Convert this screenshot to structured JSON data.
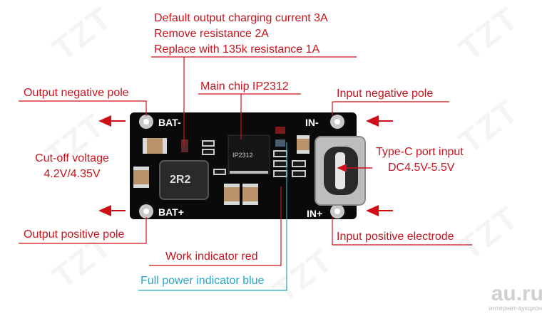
{
  "watermark": "TZT",
  "labels": {
    "charging_line1": "Default output charging current 3A",
    "charging_line2": "Remove resistance 2A",
    "charging_line3": "Replace with 135k resistance 1A",
    "main_chip": "Main chip IP2312",
    "output_negative": "Output negative pole",
    "cutoff_line1": "Cut-off voltage",
    "cutoff_line2": "4.2V/4.35V",
    "output_positive": "Output positive pole",
    "input_negative": "Input negative pole",
    "typec_line1": "Type-C port input",
    "typec_line2": "DC4.5V-5.5V",
    "input_positive": "Input positive electrode",
    "work_indicator": "Work indicator red",
    "full_power_indicator": "Full power indicator blue"
  },
  "board": {
    "bat_minus": "BAT-",
    "bat_plus": "BAT+",
    "in_minus": "IN-",
    "in_plus": "IN+",
    "inductor": "2R2",
    "chip": "IP2312"
  },
  "site_logo": "au.ru",
  "site_sub": "интернет-аукцион",
  "colors": {
    "label_red": "#c8141e",
    "label_blue": "#2aa6c8",
    "board": "#0a0a0a"
  }
}
